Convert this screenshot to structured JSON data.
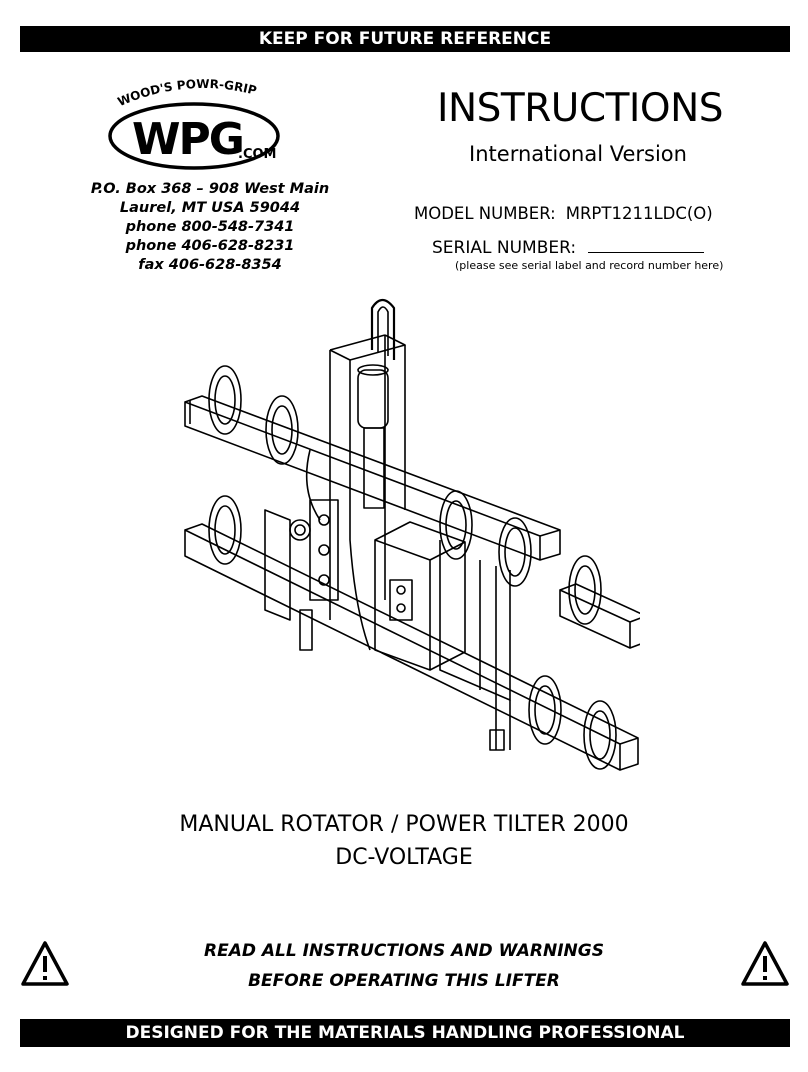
{
  "header_banner": "KEEP FOR FUTURE REFERENCE",
  "logo": {
    "arc_text": "WOOD'S POWR-GRIP",
    "wordmark": "WPG",
    "suffix": ".COM"
  },
  "address": {
    "line1": "P.O. Box 368 – 908 West Main",
    "line2": "Laurel, MT  USA  59044",
    "line3": "phone  800-548-7341",
    "line4": "phone  406-628-8231",
    "line5": "fax  406-628-8354"
  },
  "title": "INSTRUCTIONS",
  "subtitle": "International Version",
  "model": {
    "label": "MODEL NUMBER:",
    "value": "MRPT1211LDC(O)"
  },
  "serial": {
    "label": "SERIAL NUMBER:",
    "note": "(please see serial label and record number here)"
  },
  "product": {
    "line1": "MANUAL ROTATOR / POWER TILTER 2000",
    "line2": "DC-VOLTAGE"
  },
  "warning": {
    "line1": "READ ALL INSTRUCTIONS AND WARNINGS",
    "line2": "BEFORE OPERATING THIS LIFTER",
    "icon": "warning-triangle-icon"
  },
  "footer_banner": "DESIGNED FOR THE MATERIALS HANDLING PROFESSIONAL"
}
